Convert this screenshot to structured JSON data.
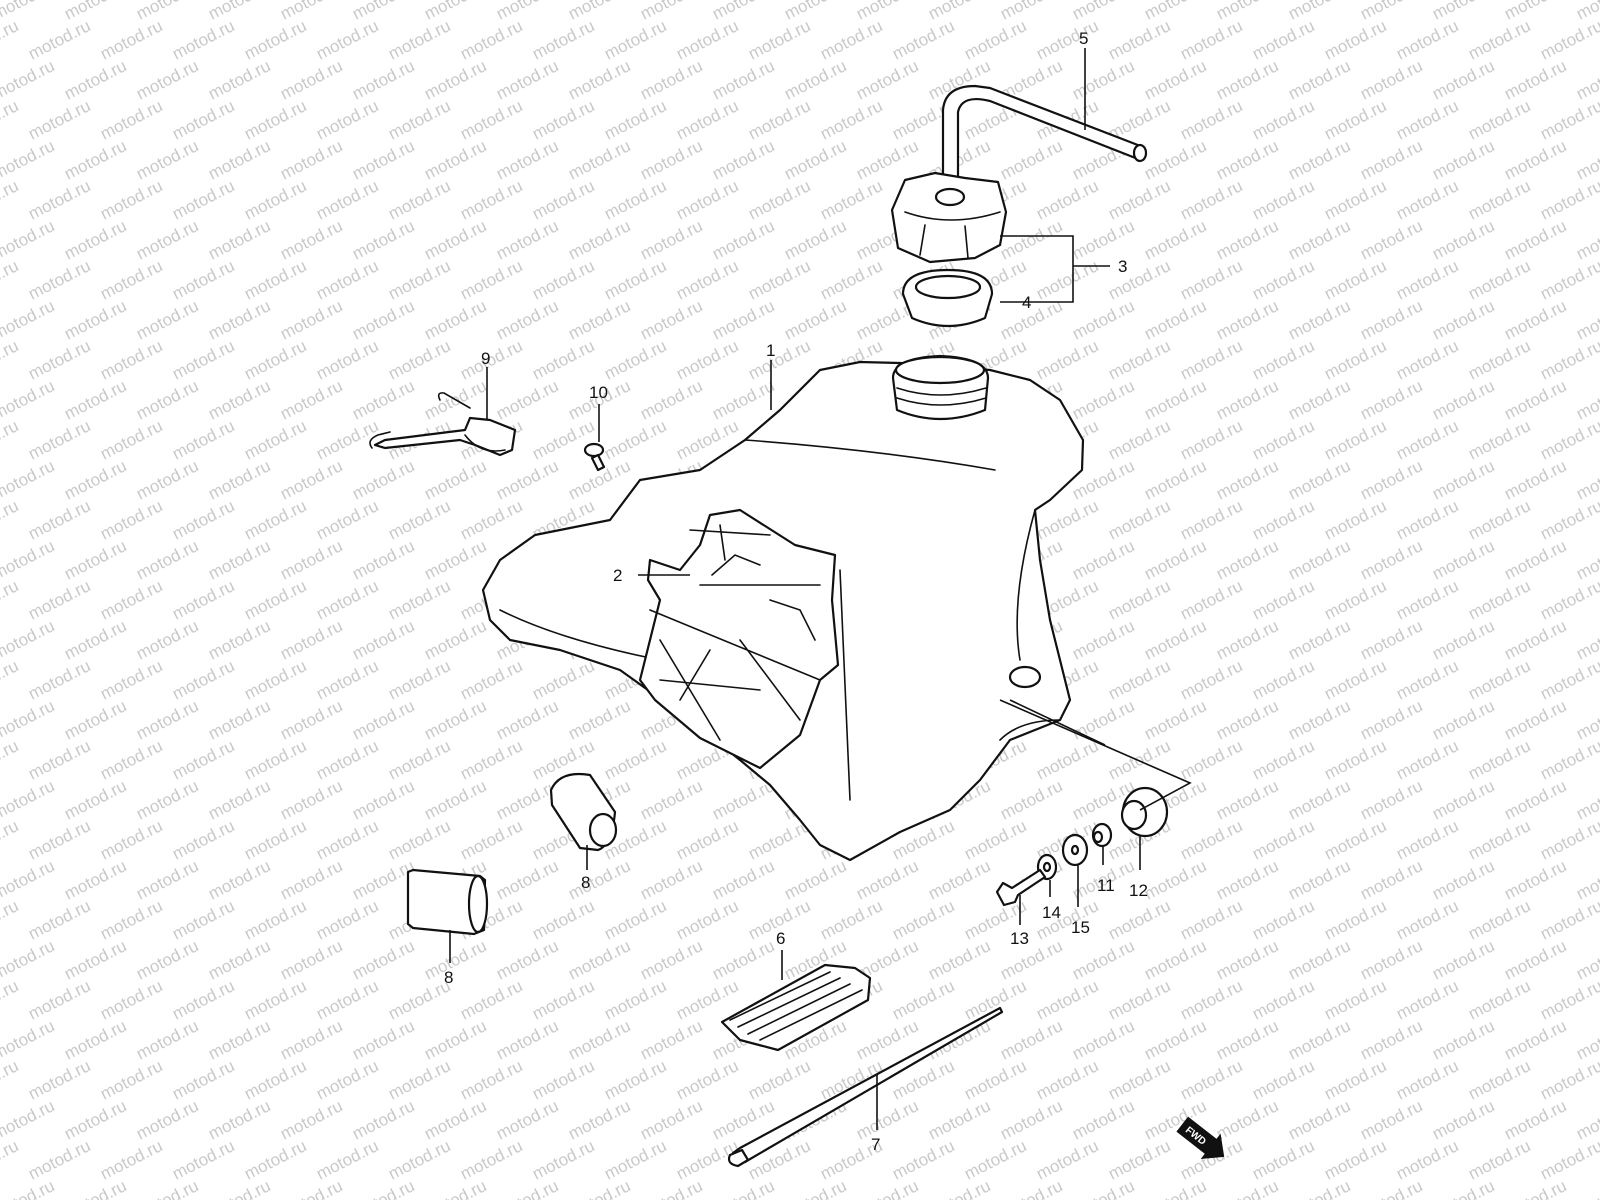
{
  "watermark": {
    "text": "motod.ru"
  },
  "callouts": [
    {
      "id": "1",
      "text": "1"
    },
    {
      "id": "2",
      "text": "2"
    },
    {
      "id": "3",
      "text": "3"
    },
    {
      "id": "4",
      "text": "4"
    },
    {
      "id": "5",
      "text": "5"
    },
    {
      "id": "6",
      "text": "6"
    },
    {
      "id": "7",
      "text": "7"
    },
    {
      "id": "8a",
      "text": "8"
    },
    {
      "id": "8b",
      "text": "8"
    },
    {
      "id": "9",
      "text": "9"
    },
    {
      "id": "10",
      "text": "10"
    },
    {
      "id": "11",
      "text": "11"
    },
    {
      "id": "12",
      "text": "12"
    },
    {
      "id": "13",
      "text": "13"
    },
    {
      "id": "14",
      "text": "14"
    },
    {
      "id": "15",
      "text": "15"
    }
  ],
  "direction_badge": {
    "text": "FWD"
  }
}
